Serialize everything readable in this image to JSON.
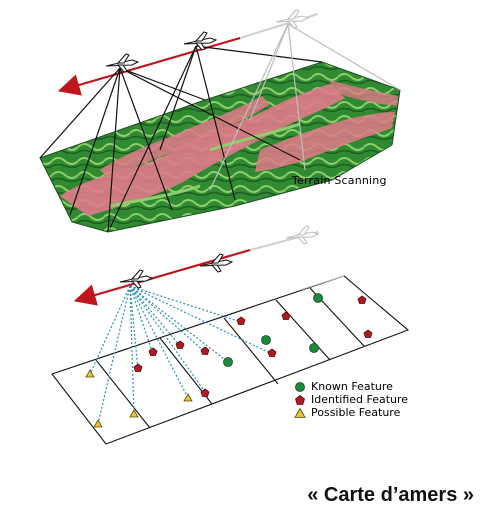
{
  "labels": {
    "terrain_scanning": "Terrain Scanning",
    "caption": "« Carte d’amers »"
  },
  "legend": {
    "known": "Known Feature",
    "identified": "Identified Feature",
    "possible": "Possible Feature"
  },
  "colors": {
    "flight_path": "#c0161b",
    "terrain_green": "#2f8a32",
    "terrain_pink": "#e07a8a",
    "terrain_light": "#8fcf6a",
    "known_feature": "#1c8a3c",
    "identified_feature": "#b01a22",
    "possible_feature": "#e8c23a",
    "sight_line": "#2a8fc0"
  },
  "icons": {
    "aircraft": "aircraft-icon",
    "known": "circle-icon",
    "identified": "pentagon-icon",
    "possible": "triangle-icon"
  }
}
